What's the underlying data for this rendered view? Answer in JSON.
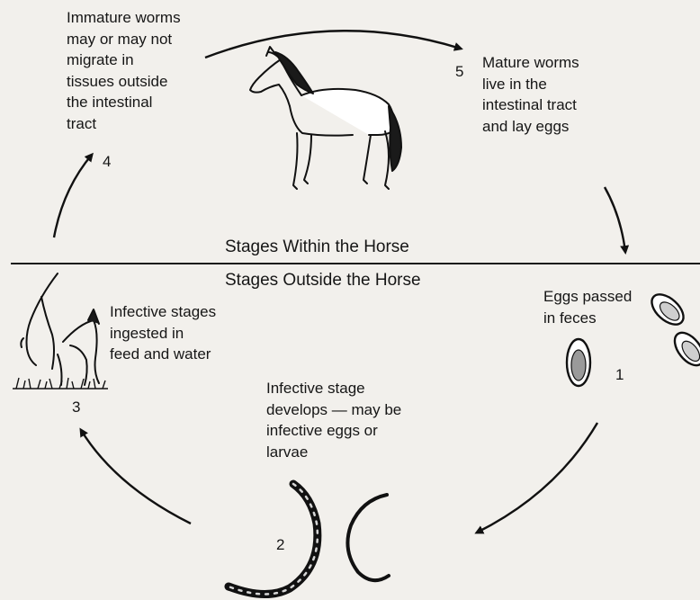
{
  "heading_within": "Stages Within the Horse",
  "heading_outside": "Stages Outside the Horse",
  "stages": [
    {
      "number": "1",
      "text": "Eggs passed\nin feces"
    },
    {
      "number": "2",
      "text": "Infective stage\ndevelops — may be\ninfective eggs or\nlarvae"
    },
    {
      "number": "3",
      "text": "Infective stages\ningested in\nfeed and water"
    },
    {
      "number": "4",
      "text": "Immature worms\nmay or may not\nmigrate in\ntissues outside\nthe intestinal\ntract"
    },
    {
      "number": "5",
      "text": "Mature worms\nlive in the\nintestinal tract\nand lay eggs"
    }
  ]
}
